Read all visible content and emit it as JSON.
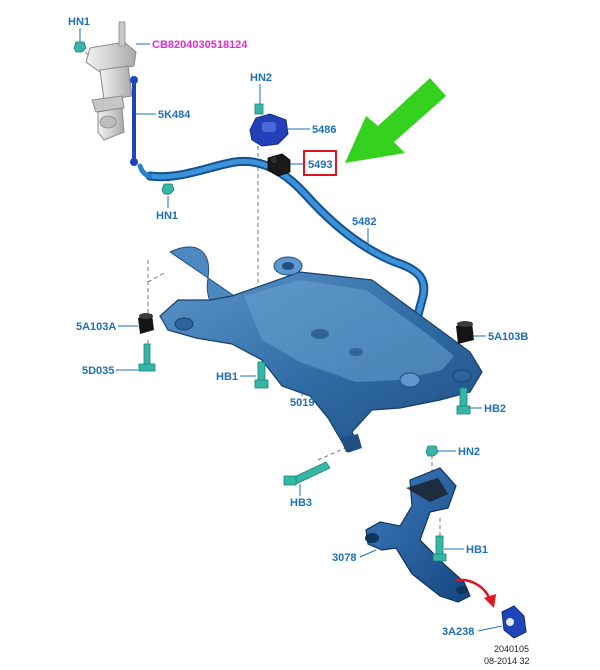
{
  "colors": {
    "label": "#1f6fb8",
    "part_number_highlight": "#e22ad6",
    "pointer_arrow": "#35d11f",
    "highlight_box": "#e0141e",
    "rotation_arrow": "#e0141e",
    "subframe": "#3d78b0",
    "stabilizer_bar": "#2a7fc8",
    "fastener": "#35b7a8",
    "bushing": "#1a1a1a",
    "strut": "#dcdcdc"
  },
  "labels": {
    "hn1_top": "HN1",
    "cb_part": "CB8204030518124",
    "k484": "5K484",
    "hn1_mid": "HN1",
    "hn2_top": "HN2",
    "p5486": "5486",
    "p5493": "5493",
    "p5482": "5482",
    "a103a": "5A103A",
    "a103b": "5A103B",
    "d035": "5D035",
    "hb1_left": "HB1",
    "p5019": "5019",
    "hb2": "HB2",
    "hn2_low": "HN2",
    "hb3": "HB3",
    "hb1_right": "HB1",
    "p3078": "3078",
    "a3a238": "3A238"
  },
  "footer": {
    "code": "2040105",
    "date": "08-2014 32"
  },
  "icons": [
    "pointer-arrow-icon",
    "rotation-arrow-icon"
  ]
}
